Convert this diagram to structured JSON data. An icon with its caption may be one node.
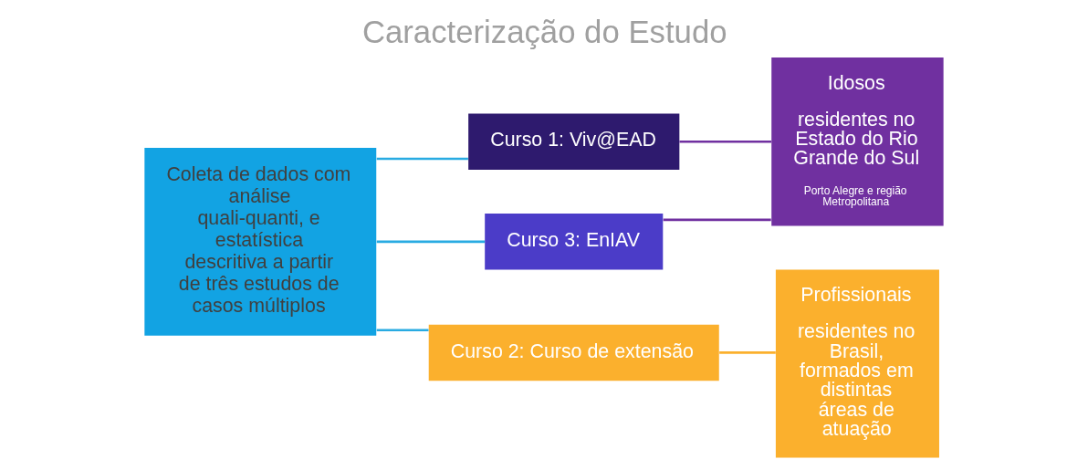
{
  "diagram": {
    "title": "Caracterização do Estudo",
    "nodes": [
      {
        "text": [
          "Coleta de dados com análise quali-quanti, e estatística descritiva a partir de três estudos de casos múltiplos"
        ]
      },
      {
        "text": [
          "Curso 1: Viv@EAD"
        ]
      },
      {
        "text": [
          "Curso 2: Curso de extensão"
        ]
      },
      {
        "text": [
          "Curso 3: EnIAV"
        ]
      },
      {
        "text": [
          "Profissionais",
          "residentes no Brasil, formados em distintas áreas de atuação"
        ]
      },
      {
        "text": [
          "Idosos",
          "residentes no Estado do Rio Grande do Sul",
          "Porto Alegre e região Metropolitana"
        ]
      }
    ],
    "edges": [
      {
        "from": 0,
        "to": 1,
        "arrow": "none"
      },
      {
        "from": 0,
        "to": 2,
        "arrow": "none"
      },
      {
        "from": 0,
        "to": 3,
        "arrow": "none"
      },
      {
        "from": 2,
        "to": 4,
        "arrow": "none",
        "color": "#fbb02d"
      },
      {
        "from": 1,
        "to": 5,
        "arrow": "none",
        "color": "#7030a0"
      },
      {
        "from": 3,
        "to": 5,
        "arrow": "none",
        "color": "#7030a0"
      }
    ]
  }
}
